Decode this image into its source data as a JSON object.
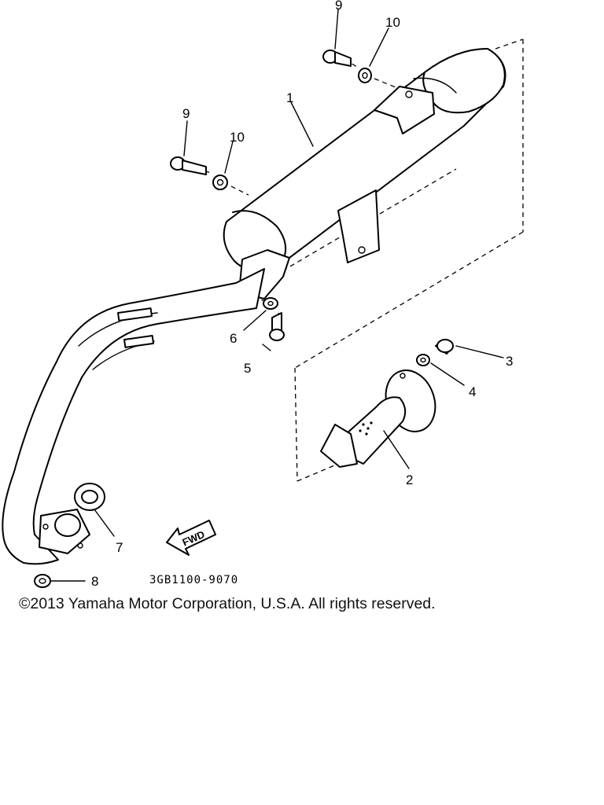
{
  "diagram": {
    "callouts": [
      {
        "id": "c1",
        "label": "1"
      },
      {
        "id": "c2",
        "label": "2"
      },
      {
        "id": "c3",
        "label": "3"
      },
      {
        "id": "c4",
        "label": "4"
      },
      {
        "id": "c5",
        "label": "5"
      },
      {
        "id": "c6",
        "label": "6"
      },
      {
        "id": "c7",
        "label": "7"
      },
      {
        "id": "c8",
        "label": "8"
      },
      {
        "id": "c9a",
        "label": "9"
      },
      {
        "id": "c9b",
        "label": "9"
      },
      {
        "id": "c10a",
        "label": "10"
      },
      {
        "id": "c10b",
        "label": "10"
      }
    ],
    "fwd_label": "FWD",
    "part_code": "3GB1100-9070"
  },
  "footer": {
    "copyright": "©2013 Yamaha Motor Corporation, U.S.A. All rights reserved."
  }
}
